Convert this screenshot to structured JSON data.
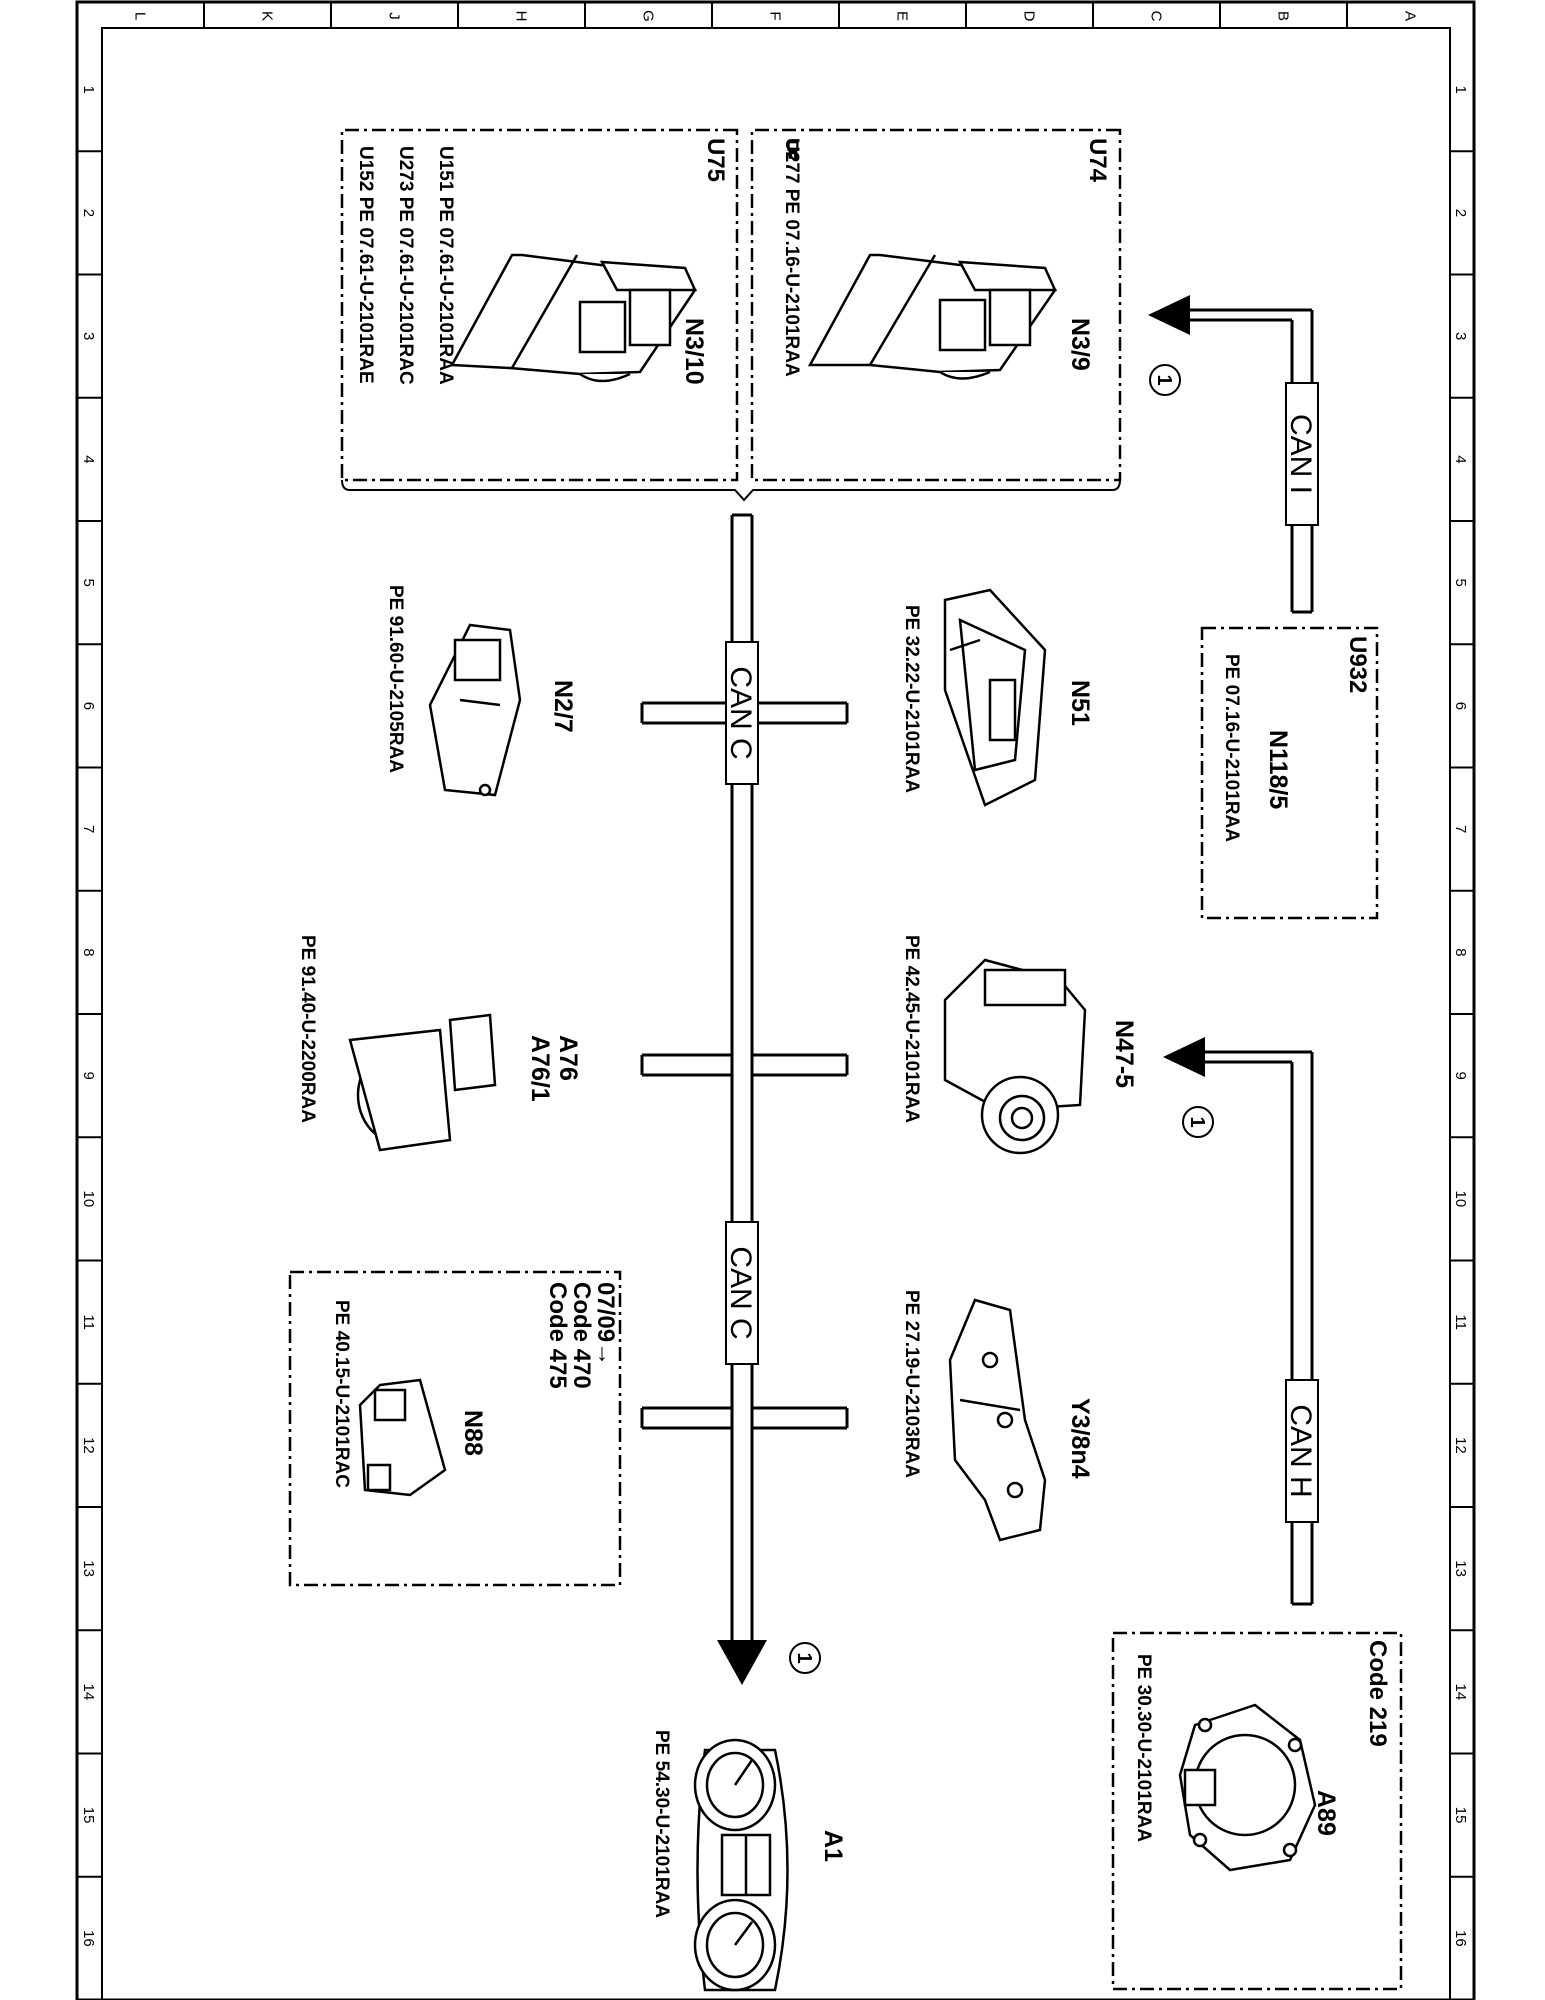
{
  "frame": {
    "column_labels": [
      "L",
      "K",
      "J",
      "H",
      "G",
      "F",
      "E",
      "D",
      "C",
      "B",
      "A"
    ],
    "row_labels": [
      "1",
      "2",
      "3",
      "4",
      "5",
      "6",
      "7",
      "8",
      "9",
      "10",
      "11",
      "12",
      "13",
      "14",
      "15",
      "16"
    ]
  },
  "buses": {
    "can_i": "CAN I",
    "can_h": "CAN H",
    "can_c_upper": "CAN C",
    "can_c_lower": "CAN C"
  },
  "groups": {
    "u74": {
      "label": "U74",
      "ref": "U277  PE 07.16-U-2101RAA"
    },
    "u75": {
      "label": "U75",
      "refs": [
        "U151  PE  07.61-U-2101RAA",
        "U273  PE  07.61-U-2101RAC",
        "U152  PE  07.61-U-2101RAE"
      ]
    },
    "u932": {
      "label": "U932"
    },
    "code219": {
      "label": "Code 219"
    },
    "n88_box": {
      "lines": [
        "07/09→",
        "Code 470",
        "Code 475"
      ]
    }
  },
  "components": {
    "n3_9": {
      "label": "N3/9"
    },
    "n3_10": {
      "label": "N3/10"
    },
    "n118_5": {
      "label": "N118/5",
      "ref": "PE  07.16-U-2101RAA"
    },
    "n51": {
      "label": "N51",
      "ref": "PE  32.22-U-2101RAA"
    },
    "n2_7": {
      "label": "N2/7",
      "ref": "PE  91.60-U-2105RAA"
    },
    "n47_5": {
      "label": "N47-5",
      "ref": "PE  42.45-U-2101RAA"
    },
    "a76": {
      "label1": "A76",
      "label2": "A76/1",
      "ref": "PE  91.40-U-2200RAA"
    },
    "y3_8n4": {
      "label": "Y3/8n4",
      "ref": "PE  27.19-U-2103RAA"
    },
    "n88": {
      "label": "N88",
      "ref": "PE  40.15-U-2101RAC"
    },
    "a89": {
      "label": "A89",
      "ref": "PE  30.30-U-2101RAA"
    },
    "a1": {
      "label": "A1",
      "ref": "PE  54.30-U-2101RAA"
    }
  },
  "markers": {
    "m1": "1",
    "m2": "1",
    "m3": "1"
  }
}
